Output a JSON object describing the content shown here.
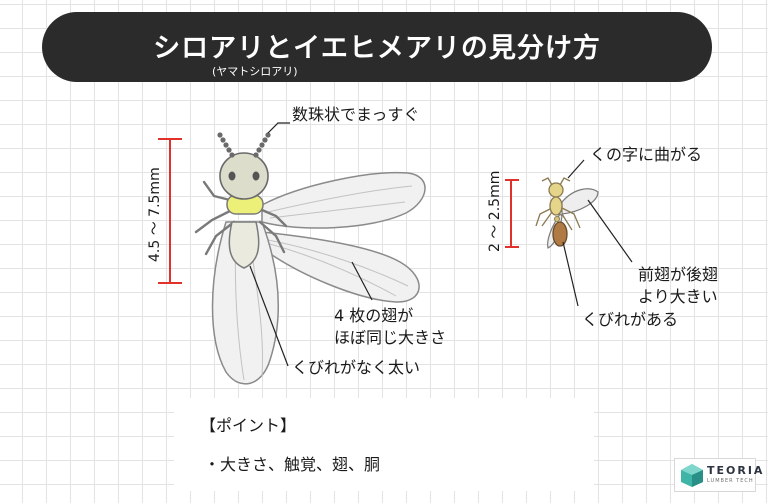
{
  "header": {
    "title": "シロアリとイエヒメアリの見分け方",
    "subtitle": "(ヤマトシロアリ)"
  },
  "termite": {
    "size_label": "4.5 ～ 7.5mm",
    "antenna_label": "数珠状でまっすぐ",
    "wings_label_line1": "4 枚の翅が",
    "wings_label_line2": "ほぼ同じ大きさ",
    "waist_label": "くびれがなく太い"
  },
  "ant": {
    "size_label": "2 ～ 2.5mm",
    "antenna_label": "くの字に曲がる",
    "wings_label_line1": "前翅が後翅",
    "wings_label_line2": "より大きい",
    "waist_label": "くびれがある"
  },
  "points": {
    "heading": "【ポイント】",
    "item": "・大きさ、触覚、翅、胴"
  },
  "logo": {
    "name": "TEORIA",
    "sub": "LUMBER TECH"
  },
  "colors": {
    "title_bar": "#2b2b2b",
    "measure_red": "#e0322a",
    "termite_head": "#dcddcb",
    "termite_thorax": "#ecef78",
    "ant_body": "#e5d58a",
    "ant_abdomen": "#b07a45"
  }
}
